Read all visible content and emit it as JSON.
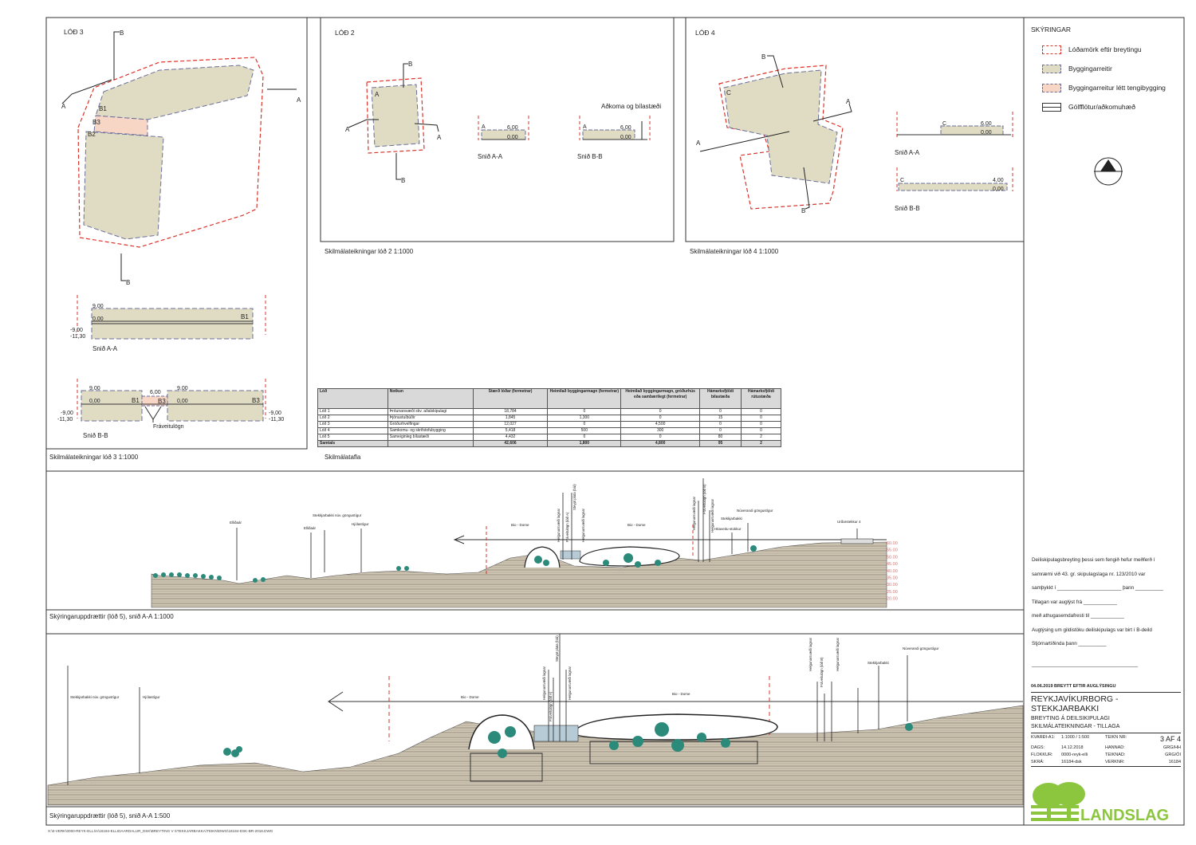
{
  "lod3": {
    "title": "LÓÐ 3",
    "caption": "Skilmálateikningar lóð 3 1:1000",
    "labels": {
      "a": "A",
      "b": "B",
      "b1": "B1",
      "b2": "B2",
      "b3": "B3"
    },
    "section_aa": {
      "title": "Snið A-A",
      "e1": "9,00",
      "e2": "0,00",
      "e3": "-9,00",
      "e4": "-11,30",
      "tag": "B1"
    },
    "section_bb": {
      "title": "Snið B-B",
      "e1": "9,00",
      "e2": "0,00",
      "e3": "-9,00",
      "e4": "-11,30",
      "e5": "6,00",
      "tag1": "B1",
      "tag2": "B3",
      "tag3": "B3",
      "note": "Fráveitulögn"
    }
  },
  "lod2": {
    "title": "LÓÐ 2",
    "caption": "Skilmálateikningar lóð 2 1:1000",
    "access_label": "Aðkoma og bílastæði",
    "section_aa": {
      "title": "Snið A-A",
      "e1": "6,00",
      "e2": "0,00",
      "tag": "A"
    },
    "section_bb": {
      "title": "Snið B-B",
      "e1": "6,00",
      "e2": "0,00",
      "tag": "A"
    }
  },
  "lod4": {
    "title": "LÓÐ 4",
    "caption": "Skilmálateikningar lóð 4 1:1000",
    "section_aa": {
      "title": "Snið A-A",
      "e1": "6,00",
      "e2": "0,00",
      "tag": "C"
    },
    "section_bb": {
      "title": "Snið B-B",
      "e1": "4,00",
      "e2": "0,00",
      "tag": "C"
    }
  },
  "table": {
    "caption": "Skilmálatafla",
    "headers": [
      "Lóð",
      "Notkun",
      "Stærð lóðar (fermetrar)",
      "Heimilað byggingarmagn (fermetrar)",
      "Heimilað byggingarmagn, gróðurhús eða sambærilegt (fermetrar)",
      "Hámarksfjöldi bílastæða",
      "Hámarksfjöldi rútustæða"
    ],
    "rows": [
      [
        "Lóð 1",
        "Þróunarsvæði skv. aðalskipulagi",
        "18,784",
        "0",
        "0",
        "0",
        "0"
      ],
      [
        "Lóð 2",
        "Þjónustuíbúðir",
        "1,845",
        "1,300",
        "0",
        "15",
        "0"
      ],
      [
        "Lóð 3",
        "Gróðurhvelfingar",
        "12,027",
        "0",
        "4,500",
        "0",
        "0"
      ],
      [
        "Lóð 4",
        "Samkomu- og skrifstofubygging",
        "5,418",
        "500",
        "300",
        "0",
        "0"
      ],
      [
        "Lóð 5",
        "Sameiginleg bílastæði",
        "4,432",
        "0",
        "0",
        "80",
        "2"
      ]
    ],
    "total": [
      "Samtals",
      "",
      "42,606",
      "1,800",
      "4,800",
      "95",
      "2"
    ]
  },
  "legend": {
    "title": "SKÝRINGAR",
    "items": [
      "Lóðamörk eftir breytingu",
      "Byggingarreitir",
      "Byggingarreitur létt tengibygging",
      "Gólfflötur/aðkomuhæð"
    ],
    "colors": {
      "boundary": "#d9342b",
      "building": "#e0dcc4",
      "building_edge": "#6a6f9a",
      "light": "#f7d6c6"
    }
  },
  "section1": {
    "caption": "Skýringaruppdrættir (lóð 5), snið A-A 1:1000",
    "labels": [
      "Elliðaár",
      "Stekkjarbakki núv. göngustígur",
      "Elliðaár",
      "Hjólastígur",
      "Bio - Dome",
      "Bio - Dome",
      "Urðarstekkur 4",
      "Hitaveitu-stokkur",
      "Stekkjarbakki",
      "Núverandi göngustígur"
    ],
    "vertical_labels": [
      "Helgunarsvæði lagnar",
      "Fráveitulögn (lóð A)",
      "Steypt plata (bíó)",
      "Helgunarsvæði lagnar",
      "Helgunarsvæði lagnar",
      "Fráveitulögn (lóð B)",
      "Helgunarsvæði lagnar"
    ],
    "elevations": [
      "60.00",
      "55.00",
      "50.00",
      "45.00",
      "40.00",
      "35.00",
      "30.00",
      "25.00",
      "20.00"
    ]
  },
  "section2": {
    "caption": "Skýringaruppdrættir (lóð 5), snið A-A 1:500",
    "labels": [
      "Stekkjarbakki núv. göngustígur",
      "Hjólastígur",
      "Bio - Dome",
      "Bio - Dome",
      "Stekkjarbakki",
      "Núverandi göngustígur"
    ],
    "vertical_labels": [
      "Helgunarsvæði lagnar",
      "Fráveitulögn (lóð A)",
      "Steypt plata (bíó)",
      "Helgunarsvæði lagnar",
      "Helgunarsvæði lagnar",
      "Fráveitulögn (lóð B)",
      "Helgunarsvæði lagnar"
    ]
  },
  "approval": {
    "lines": [
      "Deiliskipulagsbreyting þessi sem fengið hefur meðferð í",
      "samræmi  við 43. gr. skipulagslaga nr. 123/2010 var",
      "samþykkt  í _______________________ þann __________",
      "Tillagan var auglýst frá ____________",
      "með athugasemdafresti til ____________",
      "Auglýsing um gildistöku deiliskipulags var birt í B-deild",
      "Stjórnartíðinda þann __________",
      "______________________________________"
    ]
  },
  "title_block": {
    "revision": "04.06.2019 BREYTT EFTIR AUGLÝSINGU",
    "project": "REYKJAVÍKURBORG - STEKKJARBAKKI",
    "subtitle1": "BREYTING Á DEILSIKIPULAGI",
    "subtitle2": "SKILMÁLATEIKNINGAR - TILLAGA",
    "fields": [
      [
        "KVARÐI-A1:",
        "1:1000 / 1:500",
        "TEIKN NR:",
        "3 AF 4"
      ],
      [
        "DAGS:",
        "14.12.2018",
        "HANNAD:",
        "GRG/HH"
      ],
      [
        "FLOKKUR:",
        "0000-reyk-elli",
        "TEIKNAD:",
        "GRG/ÓI"
      ],
      [
        "SKRÁ:",
        "16184-dsk",
        "VERKNR:",
        "16184"
      ]
    ]
  },
  "logo": {
    "text": "LANDSLAG",
    "color": "#8cc63f"
  },
  "file_path": "X:\\0-VERK\\0000-REYK-ELLI\\A\\16184-ELLIDAARDALUR_DSK\\BREYTING V STEKKJARBAKKA\\TEIKN\\DWG\\16184-DSK-BR-2018.DWG"
}
